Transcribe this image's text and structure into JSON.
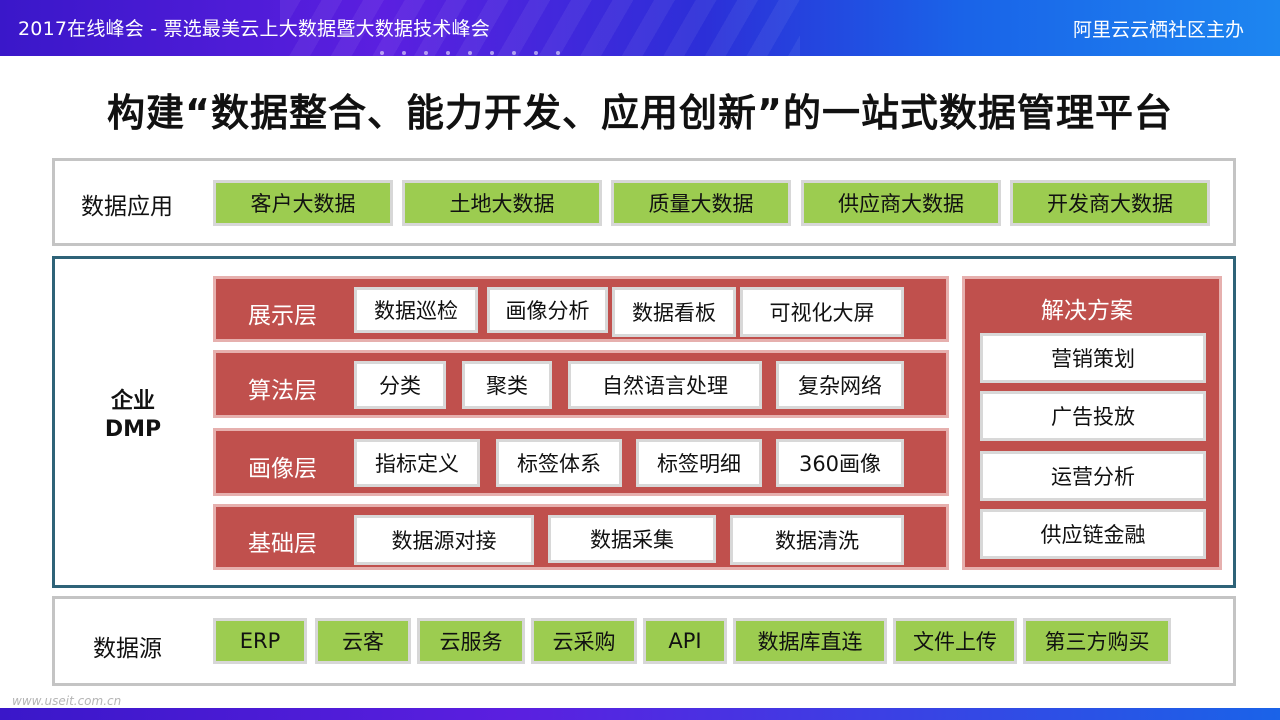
{
  "header": {
    "conference": "2017在线峰会 - 票选最美云上大数据暨大数据技术峰会",
    "host": "阿里云云栖社区主办"
  },
  "title": "构建“数据整合、能力开发、应用创新”的一站式数据管理平台",
  "data_apps": {
    "label": "数据应用",
    "items": [
      "客户大数据",
      "土地大数据",
      "质量大数据",
      "供应商大数据",
      "开发商大数据"
    ]
  },
  "dmp": {
    "label_line1": "企业",
    "label_line2": "DMP",
    "layers": [
      {
        "name": "展示层",
        "items": [
          "数据巡检",
          "画像分析",
          "数据看板",
          "可视化大屏"
        ]
      },
      {
        "name": "算法层",
        "items": [
          "分类",
          "聚类",
          "自然语言处理",
          "复杂网络"
        ]
      },
      {
        "name": "画像层",
        "items": [
          "指标定义",
          "标签体系",
          "标签明细",
          "360画像"
        ]
      },
      {
        "name": "基础层",
        "items": [
          "数据源对接",
          "数据采集",
          "数据清洗"
        ]
      }
    ],
    "solutions": {
      "title": "解决方案",
      "items": [
        "营销策划",
        "广告投放",
        "运营分析",
        "供应链金融"
      ]
    }
  },
  "data_sources": {
    "label": "数据源",
    "items": [
      "ERP",
      "云客",
      "云服务",
      "云采购",
      "API",
      "数据库直连",
      "文件上传",
      "第三方购买"
    ]
  },
  "watermark": "www.useit.com.cn",
  "colors": {
    "green": "#9ccc50",
    "red": "#c0504d",
    "frame_blue": "#2e6378"
  }
}
